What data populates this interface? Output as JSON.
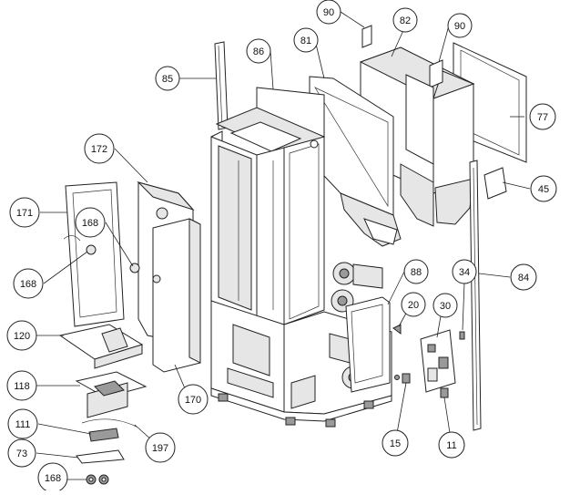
{
  "diagram": {
    "callouts": [
      {
        "id": "c90a",
        "label": "90"
      },
      {
        "id": "c82",
        "label": "82"
      },
      {
        "id": "c90b",
        "label": "90"
      },
      {
        "id": "c81",
        "label": "81"
      },
      {
        "id": "c86",
        "label": "86"
      },
      {
        "id": "c85",
        "label": "85"
      },
      {
        "id": "c77",
        "label": "77"
      },
      {
        "id": "c172",
        "label": "172"
      },
      {
        "id": "c45",
        "label": "45"
      },
      {
        "id": "c171",
        "label": "171"
      },
      {
        "id": "c168a",
        "label": "168"
      },
      {
        "id": "c168b",
        "label": "168"
      },
      {
        "id": "c84",
        "label": "84"
      },
      {
        "id": "c88",
        "label": "88"
      },
      {
        "id": "c34",
        "label": "34"
      },
      {
        "id": "c20",
        "label": "20"
      },
      {
        "id": "c30",
        "label": "30"
      },
      {
        "id": "c120",
        "label": "120"
      },
      {
        "id": "c118",
        "label": "118"
      },
      {
        "id": "c170",
        "label": "170"
      },
      {
        "id": "c111",
        "label": "111"
      },
      {
        "id": "c197",
        "label": "197"
      },
      {
        "id": "c73",
        "label": "73"
      },
      {
        "id": "c15",
        "label": "15"
      },
      {
        "id": "c11",
        "label": "11"
      },
      {
        "id": "c168c",
        "label": "168"
      }
    ]
  }
}
